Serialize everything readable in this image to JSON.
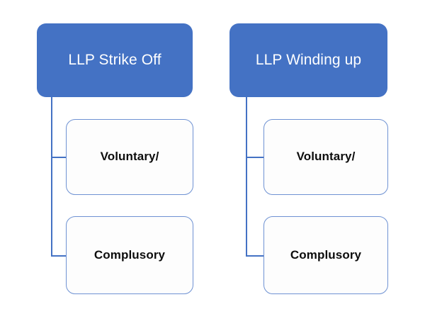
{
  "diagram": {
    "type": "org-chart",
    "background_color": "#FFFFFF",
    "parent_fill_color": "#4472C4",
    "parent_text_color": "#FFFFFF",
    "child_fill_color": "#FDFDFD",
    "child_border_color": "#6F92D3",
    "child_text_color": "#0D0D0D",
    "connector_color": "#4472C4",
    "groups": [
      {
        "parent": "LLP Strike Off",
        "children": [
          "Voluntary/",
          "Complusory"
        ]
      },
      {
        "parent": "LLP Winding up",
        "children": [
          "Voluntary/",
          "Complusory"
        ]
      }
    ]
  }
}
